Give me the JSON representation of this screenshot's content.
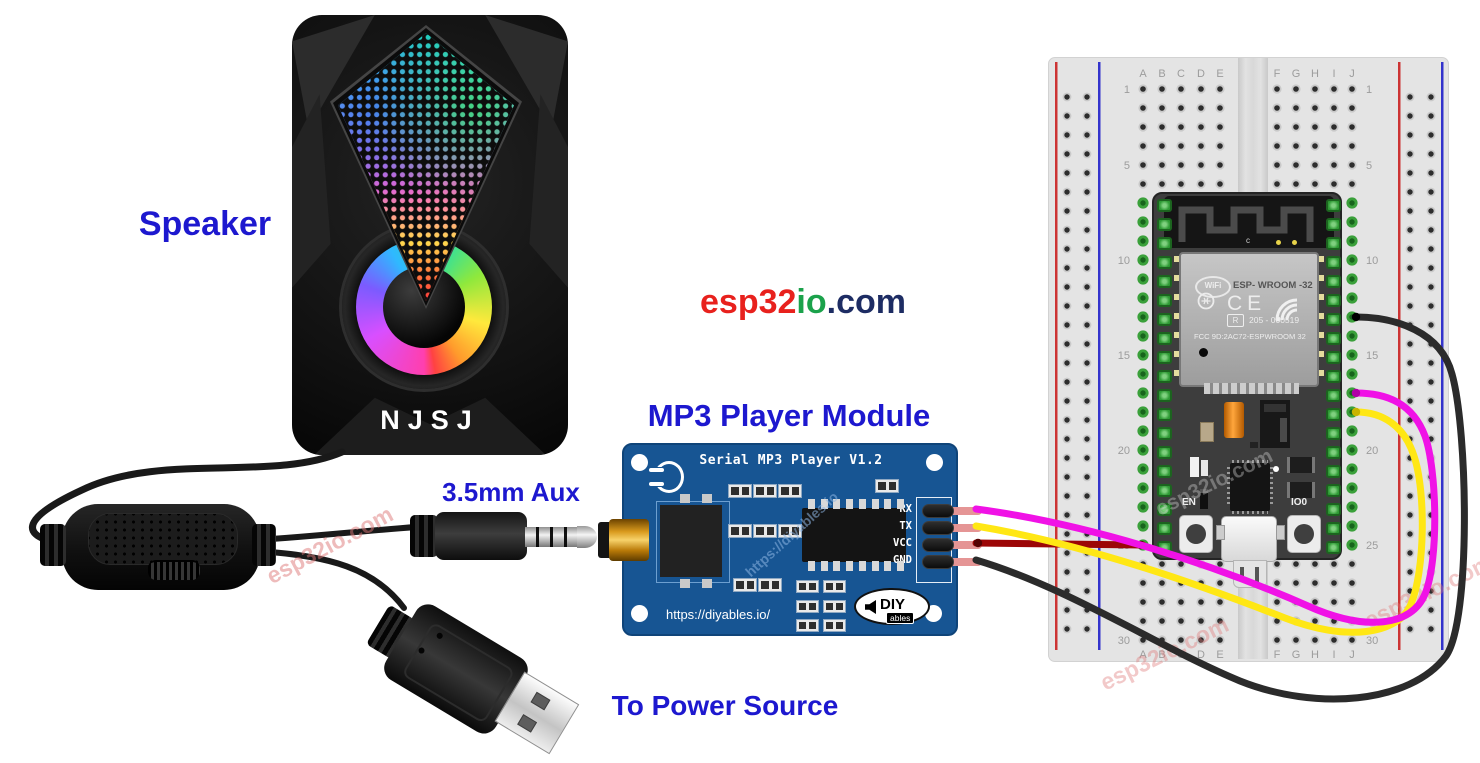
{
  "labels": {
    "speaker": "Speaker",
    "mp3_module": "MP3 Player Module",
    "aux": "3.5mm Aux",
    "power": "To Power Source"
  },
  "logo": {
    "esp32": "esp32",
    "io": "io",
    "com": ".com",
    "esp32_color": "#e8211d",
    "io_color": "#1ba24b",
    "com_color": "#1d2c63"
  },
  "speaker": {
    "brand": "NJSJ"
  },
  "mp3_board": {
    "title": "Serial MP3 Player V1.2",
    "url": "https://diyables.io/",
    "pins": [
      "RX",
      "TX",
      "VCC",
      "GND"
    ],
    "logo_diy": "DIY",
    "logo_ables": "ables"
  },
  "esp32_board": {
    "antenna_label": "c",
    "wifi_logo": "WiFi",
    "module_name": "ESP- WROOM -32",
    "ce": "CE",
    "cert_r": "R",
    "cert_number": "205 - 000519",
    "fcc": "FCC 9D:2AC72-ESPWROOM 32",
    "buttons": {
      "en": "EN",
      "io0": "IO0"
    }
  },
  "breadboard": {
    "columns_left": [
      "A",
      "B",
      "C",
      "D",
      "E"
    ],
    "columns_right": [
      "F",
      "G",
      "H",
      "I",
      "J"
    ],
    "row_numbers": [
      1,
      5,
      10,
      15,
      20,
      25,
      30
    ],
    "rail_red": "#cc3333",
    "rail_blue": "#3333cc"
  },
  "wires": [
    {
      "label": "RX",
      "color": "#f012e6",
      "end_color": "#b000a6"
    },
    {
      "label": "TX",
      "color": "#ffe714",
      "end_color": "#c9b400"
    },
    {
      "label": "VCC",
      "color": "#9c0606",
      "end_color": "#550202"
    },
    {
      "label": "GND",
      "color": "#2b2b2b",
      "end_color": "#000000"
    }
  ],
  "watermarks": {
    "esp32io": "esp32io.com",
    "diyables": "https://diyables.io"
  }
}
